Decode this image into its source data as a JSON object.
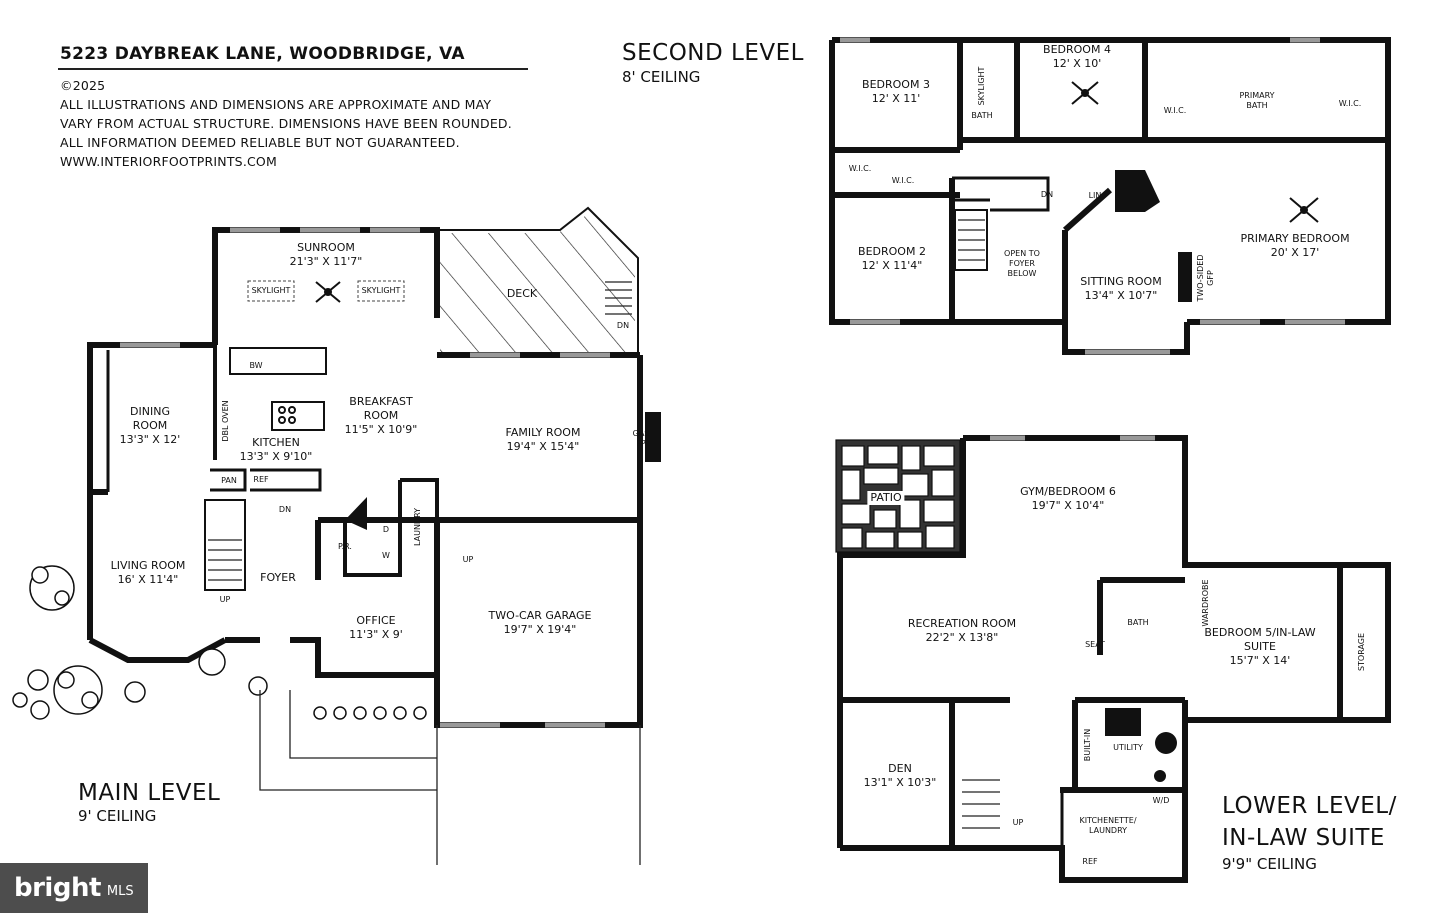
{
  "header": {
    "address": "5223 DAYBREAK LANE, WOODBRIDGE, VA",
    "copyright": "©2025",
    "disclaimer": [
      "ALL ILLUSTRATIONS AND DIMENSIONS ARE APPROXIMATE AND MAY",
      "VARY FROM ACTUAL STRUCTURE. DIMENSIONS HAVE BEEN ROUNDED.",
      "ALL INFORMATION DEEMED RELIABLE BUT NOT GUARANTEED.",
      "WWW.INTERIORFOOTPRINTS.COM"
    ]
  },
  "levels": {
    "main": {
      "name": "MAIN LEVEL",
      "ceiling": "9' CEILING"
    },
    "second": {
      "name": "SECOND LEVEL",
      "ceiling": "8' CEILING"
    },
    "lower": {
      "name_line1": "LOWER LEVEL/",
      "name_line2": "IN-LAW SUITE",
      "ceiling": "9'9\" CEILING"
    }
  },
  "rooms": {
    "sunroom": {
      "name": "SUNROOM",
      "dim": "21'3\" X 11'7\""
    },
    "skylight": "SKYLIGHT",
    "deck": "DECK",
    "dn": "DN",
    "up": "UP",
    "dining": {
      "name1": "DINING",
      "name2": "ROOM",
      "dim": "13'3\" X 12'"
    },
    "breakfast": {
      "name1": "BREAKFAST",
      "name2": "ROOM",
      "dim": "11'5\" X 10'9\""
    },
    "kitchen": {
      "name": "KITCHEN",
      "dim": "13'3\" X 9'10\""
    },
    "family": {
      "name": "FAMILY ROOM",
      "dim": "19'4\" X 15'4\""
    },
    "gas_fp": {
      "l1": "GAS",
      "l2": "FP"
    },
    "bw": "BW",
    "dbl_oven": "DBL OVEN",
    "pan": "PAN",
    "ref": "REF",
    "living": {
      "name": "LIVING ROOM",
      "dim": "16' X 11'4\""
    },
    "foyer": "FOYER",
    "pr": "P.R.",
    "d": "D",
    "w": "W",
    "laundry": "LAUNDRY",
    "office": {
      "name": "OFFICE",
      "dim": "11'3\" X 9'"
    },
    "garage": {
      "name": "TWO-CAR GARAGE",
      "dim": "19'7\" X 19'4\""
    },
    "bedroom3": {
      "name": "BEDROOM 3",
      "dim": "12' X 11'"
    },
    "bath": "BATH",
    "bedroom4": {
      "name": "BEDROOM 4",
      "dim": "12' X 10'"
    },
    "primary_bath": {
      "l1": "PRIMARY",
      "l2": "BATH"
    },
    "wic": "W.I.C.",
    "bedroom2": {
      "name": "BEDROOM 2",
      "dim": "12' X 11'4\""
    },
    "open_foyer": {
      "l1": "OPEN TO",
      "l2": "FOYER",
      "l3": "BELOW"
    },
    "lin": "LIN",
    "primary_bed": {
      "name": "PRIMARY BEDROOM",
      "dim": "20' X 17'"
    },
    "sitting": {
      "name": "SITTING ROOM",
      "dim": "13'4\" X 10'7\""
    },
    "two_sided": {
      "l1": "TWO-SIDED",
      "l2": "GFP"
    },
    "patio": "PATIO",
    "gym": {
      "name": "GYM/BEDROOM 6",
      "dim": "19'7\" X 10'4\""
    },
    "recreation": {
      "name": "RECREATION ROOM",
      "dim": "22'2\" X 13'8\""
    },
    "seat": "SEAT",
    "bedroom5": {
      "name1": "BEDROOM 5/IN-LAW",
      "name2": "SUITE",
      "dim": "15'7\" X 14'"
    },
    "wardrobe": "WARDROBE",
    "storage": "STORAGE",
    "den": {
      "name": "DEN",
      "dim": "13'1\" X 10'3\""
    },
    "built_in": "BUILT-IN",
    "utility": "UTILITY",
    "wd": "W/D",
    "kitchenette": {
      "l1": "KITCHENETTE/",
      "l2": "LAUNDRY"
    }
  },
  "badge": {
    "brand": "bright",
    "suffix": "MLS"
  }
}
